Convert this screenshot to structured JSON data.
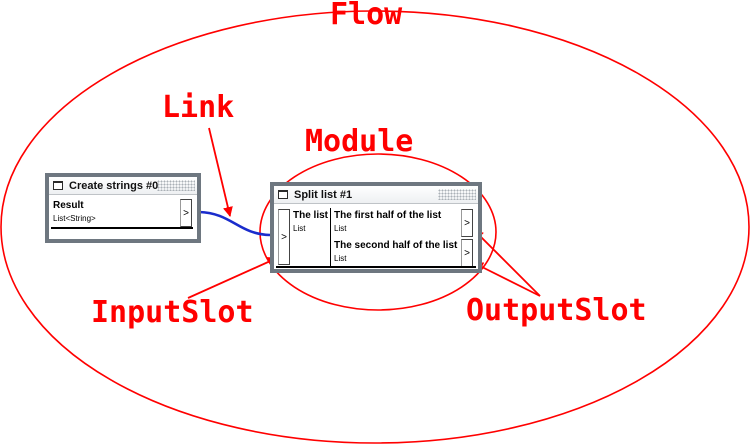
{
  "annotations": {
    "flow": "Flow",
    "link": "Link",
    "module": "Module",
    "input_slot": "InputSlot",
    "output_slot": "OutputSlot"
  },
  "modules": {
    "create_strings": {
      "title": "Create strings #0",
      "output": {
        "name": "Result",
        "type": "List<String>",
        "arrow": ">"
      }
    },
    "split_list": {
      "title": "Split list #1",
      "input": {
        "name": "The list",
        "type": "List",
        "arrow": ">"
      },
      "outputs": [
        {
          "name": "The first half of the list",
          "type": "List",
          "arrow": ">"
        },
        {
          "name": "The second half of the list",
          "type": "List",
          "arrow": ">"
        }
      ]
    }
  },
  "colors": {
    "annotation": "#ff0000",
    "link_line": "#1a2ccc",
    "module_border": "#6e7780"
  }
}
